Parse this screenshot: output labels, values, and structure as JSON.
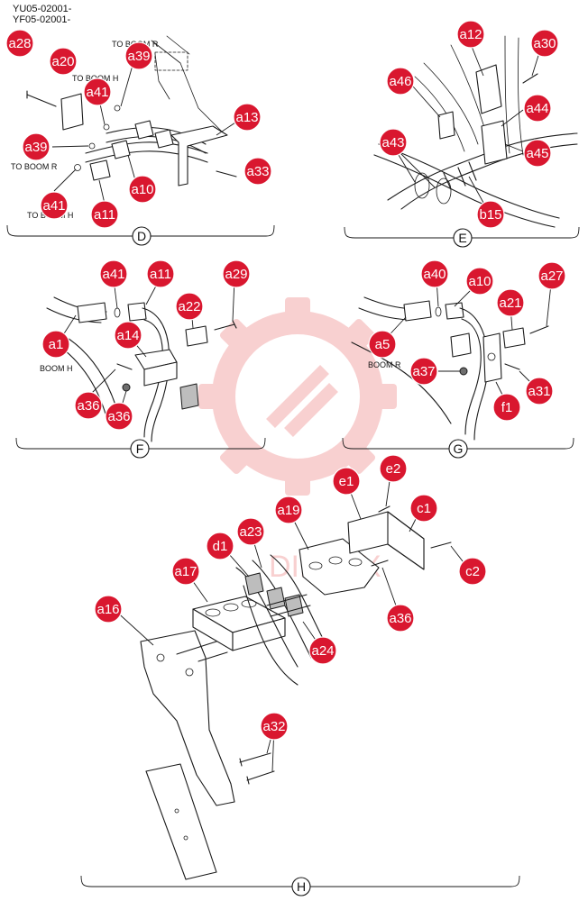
{
  "header": {
    "line1": "YU05-02001-",
    "line2": "YF05-02001-"
  },
  "colors": {
    "callout_fill": "#d9172f",
    "callout_text": "#ffffff",
    "line": "#1a1a1a",
    "watermark": "#e85a5a"
  },
  "watermark_text": "DIHTEX",
  "notes": {
    "D_to_boom_r_top": "TO BOOM R",
    "D_to_boom_h_top": "TO BOOM H",
    "D_to_boom_r": "TO BOOM R",
    "D_to_boom_h": "TO BOOM H",
    "F_boom_h": "BOOM H",
    "G_boom_r": "BOOM R"
  },
  "sections": {
    "D": {
      "label": "D"
    },
    "E": {
      "label": "E"
    },
    "F": {
      "label": "F"
    },
    "G": {
      "label": "G"
    },
    "H": {
      "label": "H"
    }
  },
  "callouts": [
    "a28",
    "a20",
    "a39",
    "a41",
    "a13",
    "a39",
    "a33",
    "a10",
    "a41",
    "a11",
    "a12",
    "a30",
    "a46",
    "a44",
    "a43",
    "a45",
    "b15",
    "a41",
    "a11",
    "a29",
    "a22",
    "a1",
    "a14",
    "a36",
    "a36",
    "a40",
    "a10",
    "a27",
    "a21",
    "a5",
    "a37",
    "a31",
    "f1",
    "e1",
    "e2",
    "c1",
    "a19",
    "a23",
    "d1",
    "c2",
    "a17",
    "a36",
    "a16",
    "a24",
    "a32"
  ]
}
